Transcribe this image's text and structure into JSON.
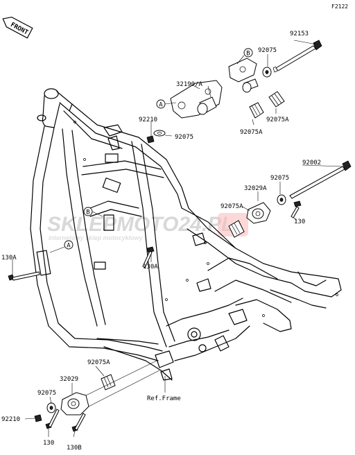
{
  "diagram_code": "F2122",
  "front_label": "FRONT",
  "watermark": {
    "brand": "SKLEPMOTO24.PL",
    "tagline": "internetowy sklep motocyklowy"
  },
  "callouts": {
    "a": "A",
    "b": "B"
  },
  "labels": {
    "p92153": "92153",
    "p92075_top": "92075",
    "p32190": "32190/A",
    "p92210_top": "92210",
    "p92075_mid": "92075",
    "p92075A_left": "92075A",
    "p92075A_right": "92075A",
    "p92002": "92002",
    "p92075_right": "92075",
    "p32029A": "32029A",
    "p92075A_rmid": "92075A",
    "p130_right": "130",
    "p130A_left": "130A",
    "p130A_mid": "130A",
    "p92075A_bottom": "92075A",
    "p32029": "32029",
    "p92075_bl": "92075",
    "p92210_bl": "92210",
    "p130_bl": "130",
    "p130B": "130B",
    "ref_frame": "Ref.Frame"
  }
}
